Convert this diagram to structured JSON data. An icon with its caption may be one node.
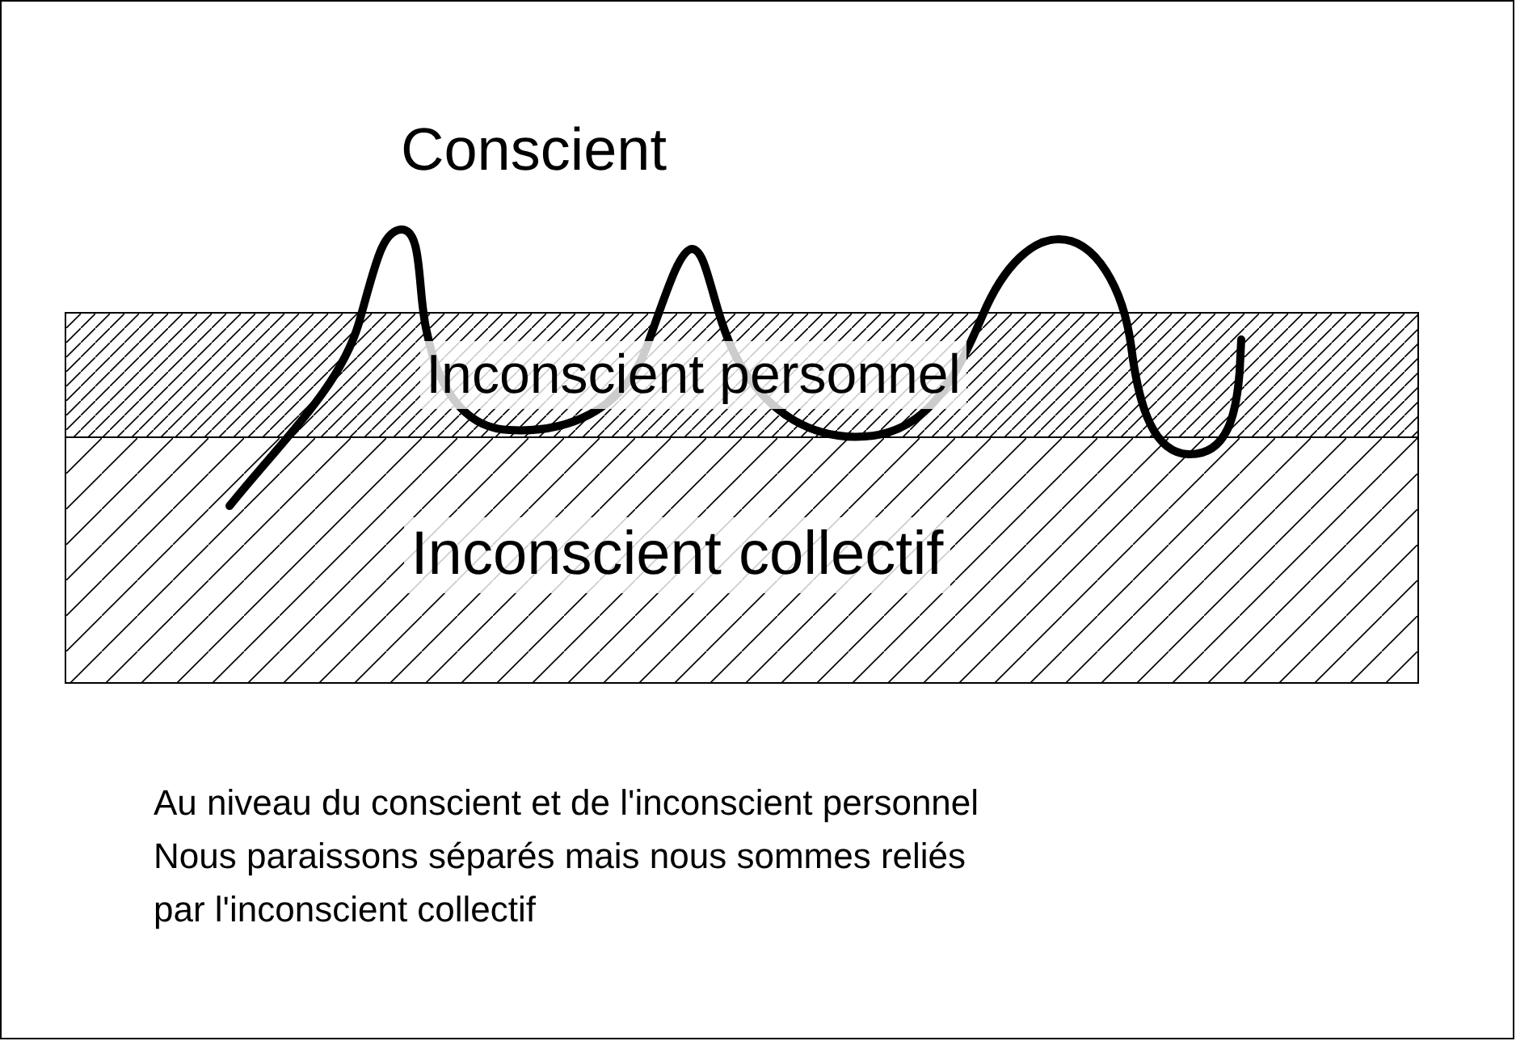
{
  "diagram": {
    "nodes": [
      {
        "text": [
          "Inconscient personnel"
        ]
      },
      {
        "text": [
          "Inconscient collectif"
        ]
      }
    ],
    "labels": [
      "Conscient",
      "Au niveau du conscient et de l'inconscient personnel",
      "Nous paraissons séparés mais nous sommes reliés par l'inconscient collectif"
    ]
  }
}
